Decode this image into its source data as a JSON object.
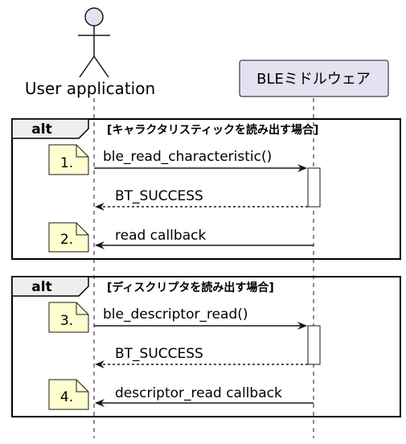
{
  "participants": {
    "user": {
      "label": "User application"
    },
    "ble": {
      "label": "BLEミドルウェア"
    }
  },
  "fragments": [
    {
      "tag": "alt",
      "condition": "[キャラクタリスティックを読み出す場合]",
      "messages": [
        {
          "note": "1.",
          "label": "ble_read_characteristic()"
        },
        {
          "label": "BT_SUCCESS"
        },
        {
          "note": "2.",
          "label": "read callback"
        }
      ]
    },
    {
      "tag": "alt",
      "condition": "[ディスクリプタを読み出す場合]",
      "messages": [
        {
          "note": "3.",
          "label": "ble_descriptor_read()"
        },
        {
          "label": "BT_SUCCESS"
        },
        {
          "note": "4.",
          "label": "descriptor_read callback"
        }
      ]
    }
  ],
  "colors": {
    "participant_fill": "#e2e2f0",
    "note_fill": "#fefece",
    "activation_fill": "#ffffff",
    "line": "#181818"
  }
}
